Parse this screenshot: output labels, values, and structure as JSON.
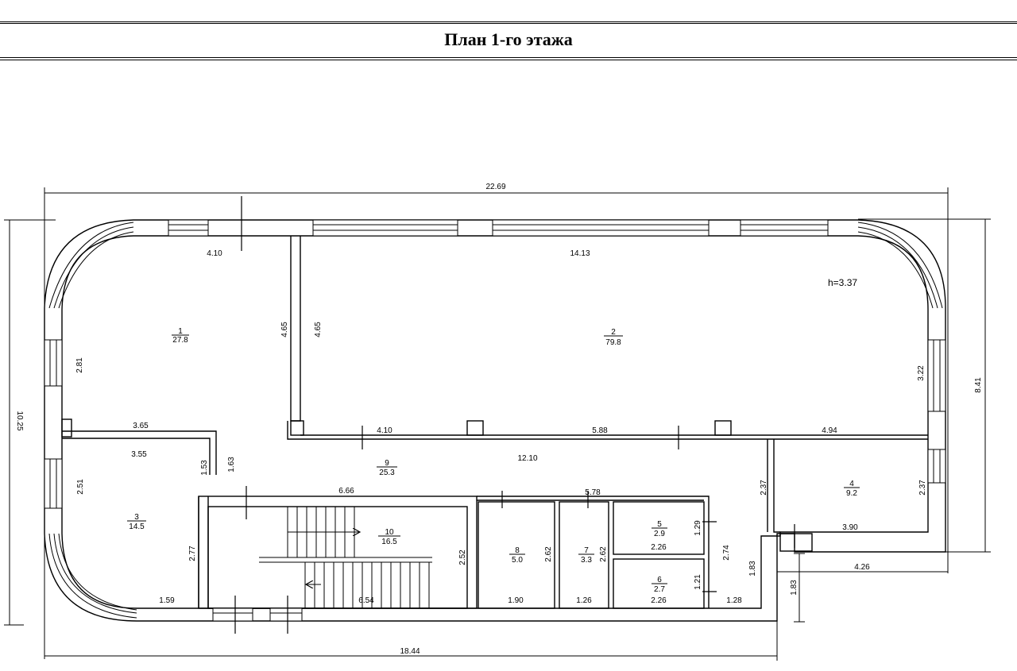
{
  "title": "План 1-го этажа",
  "ceiling_height": "h=3.37",
  "rooms": [
    {
      "number": "1",
      "area": "27.8"
    },
    {
      "number": "2",
      "area": "79.8"
    },
    {
      "number": "3",
      "area": "14.5"
    },
    {
      "number": "4",
      "area": "9.2"
    },
    {
      "number": "5",
      "area": "2.9"
    },
    {
      "number": "6",
      "area": "2.7"
    },
    {
      "number": "7",
      "area": "3.3"
    },
    {
      "number": "8",
      "area": "5.0"
    },
    {
      "number": "9",
      "area": "25.3"
    },
    {
      "number": "10",
      "area": "16.5"
    }
  ],
  "dimensions": {
    "overall_width": "22.69",
    "overall_height": "10.25",
    "right_height": "8.41",
    "bottom_width": "18.44",
    "right_step": "4.26",
    "step_height": "1.83",
    "r1_top": "4.10",
    "r1_left": "2.81",
    "r1_right": "4.65",
    "r2_left": "4.65",
    "r2_top": "14.13",
    "r2_right": "3.22",
    "r3_top_outer": "3.65",
    "r3_top": "3.55",
    "r3_left": "2.51",
    "r3_right": "2.77",
    "r3_bottom": "1.59",
    "corr_small": "1.53",
    "corr_small2": "1.63",
    "r9_seg1": "4.10",
    "r9_seg2": "5.88",
    "r9_seg3": "4.94",
    "r9_long": "12.10",
    "r9_stair_top": "6.66",
    "r9_service_top": "5.78",
    "r9_right": "2.37",
    "r9_right2": "2.74",
    "r9_bottom_right": "1.28",
    "r9_lower_right": "1.83",
    "r4_left": "2.37",
    "r4_right": "2.37",
    "r4_bottom": "3.90",
    "r10_right": "2.52",
    "r10_bottom": "6.54",
    "r8_right": "2.62",
    "r8_bottom": "1.90",
    "r7_right": "2.62",
    "r7_bottom": "1.26",
    "r5_right": "1.29",
    "r5_bottom": "2.26",
    "r6_right": "1.21",
    "r6_bottom": "2.26"
  }
}
